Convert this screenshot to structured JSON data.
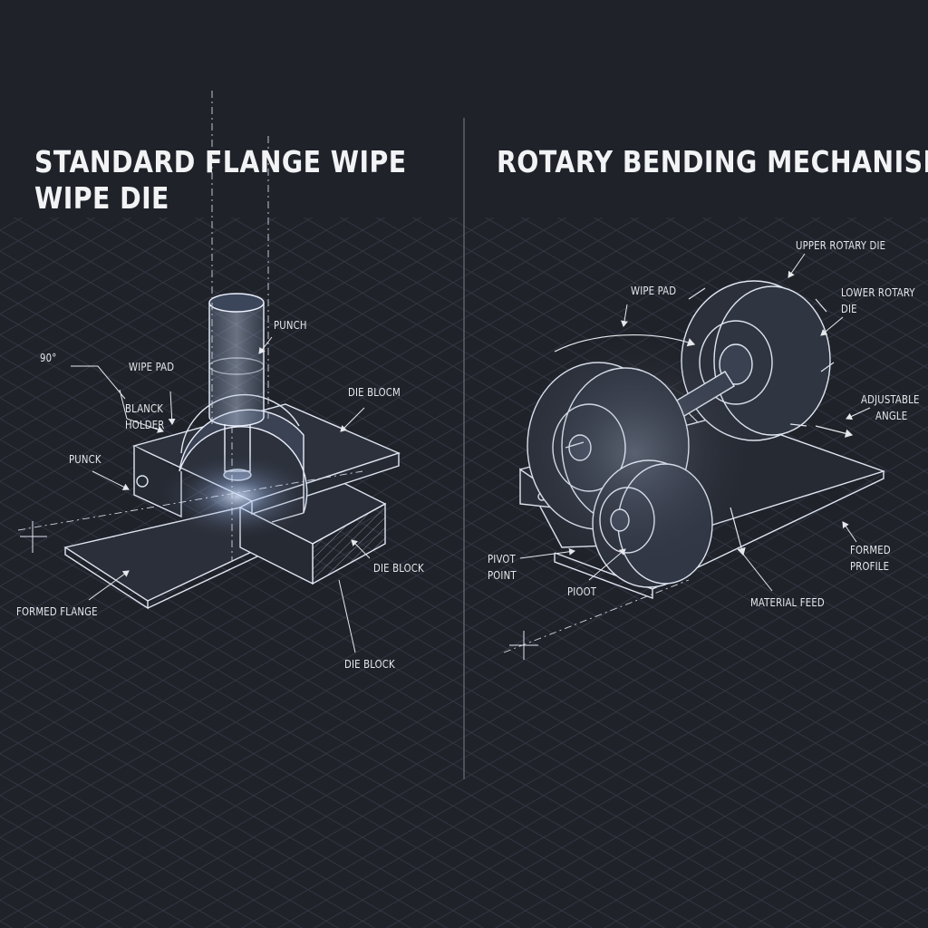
{
  "left_panel": {
    "title_line1": "STANDARD FLANGE WIPE",
    "title_line2": "WIPE DIE",
    "labels": {
      "angle": "90°",
      "wipe_pad": "WIPE PAD",
      "blank_holder_line1": "BLANCK",
      "blank_holder_line2": "HOLDER",
      "punch_top": "PUNCH",
      "punch_side": "PUNCK",
      "die_block_top": "DIE BLOCM",
      "die_block_mid": "DIE BLOCK",
      "die_block_bottom": "DIE BLOCK",
      "formed_flange": "FORMED FLANGE"
    }
  },
  "right_panel": {
    "title": "ROTARY BENDING MECHANISM",
    "labels": {
      "upper_rotary_die": "UPPER ROTARY DIE",
      "lower_rotary_die_line1": "LOWER ROTARY",
      "lower_rotary_die_line2": "DIE",
      "wipe_pad": "WIPE PAD",
      "adjustable_angle_line1": "ADJUSTABLE",
      "adjustable_angle_line2": "ANGLE",
      "pivot_point_line1": "PIVOT",
      "pivot_point_line2": "POINT",
      "pivot": "PIOOT",
      "formed_profile_line1": "FORMED",
      "formed_profile_line2": "PROFILE",
      "material_feed": "MATERIAL FEED"
    }
  },
  "colors": {
    "background": "#1f2229",
    "grid": "#3a3f4b",
    "line": "#dfe6f2",
    "glow": "#bcd4ff"
  }
}
